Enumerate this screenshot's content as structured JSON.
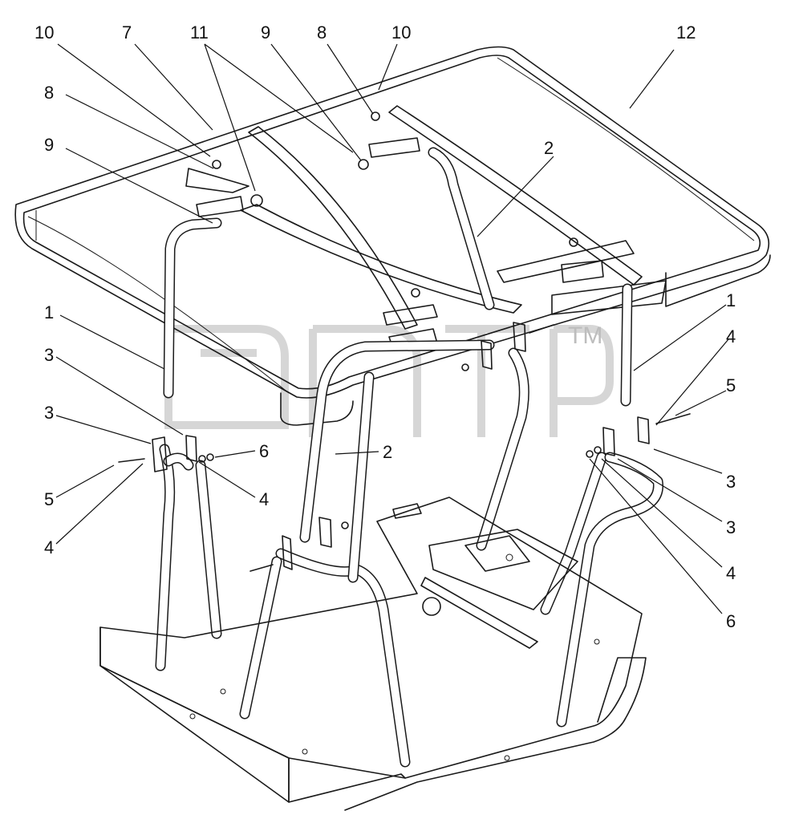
{
  "callouts": [
    {
      "id": "c10a",
      "text": "10"
    },
    {
      "id": "c7",
      "text": "7"
    },
    {
      "id": "c11",
      "text": "11"
    },
    {
      "id": "c9a",
      "text": "9"
    },
    {
      "id": "c8a",
      "text": "8"
    },
    {
      "id": "c10b",
      "text": "10"
    },
    {
      "id": "c12",
      "text": "12"
    },
    {
      "id": "c8b",
      "text": "8"
    },
    {
      "id": "c9b",
      "text": "9"
    },
    {
      "id": "c2a",
      "text": "2"
    },
    {
      "id": "c1a",
      "text": "1"
    },
    {
      "id": "c1b",
      "text": "1"
    },
    {
      "id": "c3a",
      "text": "3"
    },
    {
      "id": "c4a",
      "text": "4"
    },
    {
      "id": "c3b",
      "text": "3"
    },
    {
      "id": "c5a",
      "text": "5"
    },
    {
      "id": "c6a",
      "text": "6"
    },
    {
      "id": "c2b",
      "text": "2"
    },
    {
      "id": "c5b",
      "text": "5"
    },
    {
      "id": "c4b",
      "text": "4"
    },
    {
      "id": "c4c",
      "text": "4"
    },
    {
      "id": "c3c",
      "text": "3"
    },
    {
      "id": "c3d",
      "text": "3"
    },
    {
      "id": "c4d",
      "text": "4"
    },
    {
      "id": "c6b",
      "text": "6"
    }
  ],
  "watermark": {
    "trademark": "TM"
  }
}
